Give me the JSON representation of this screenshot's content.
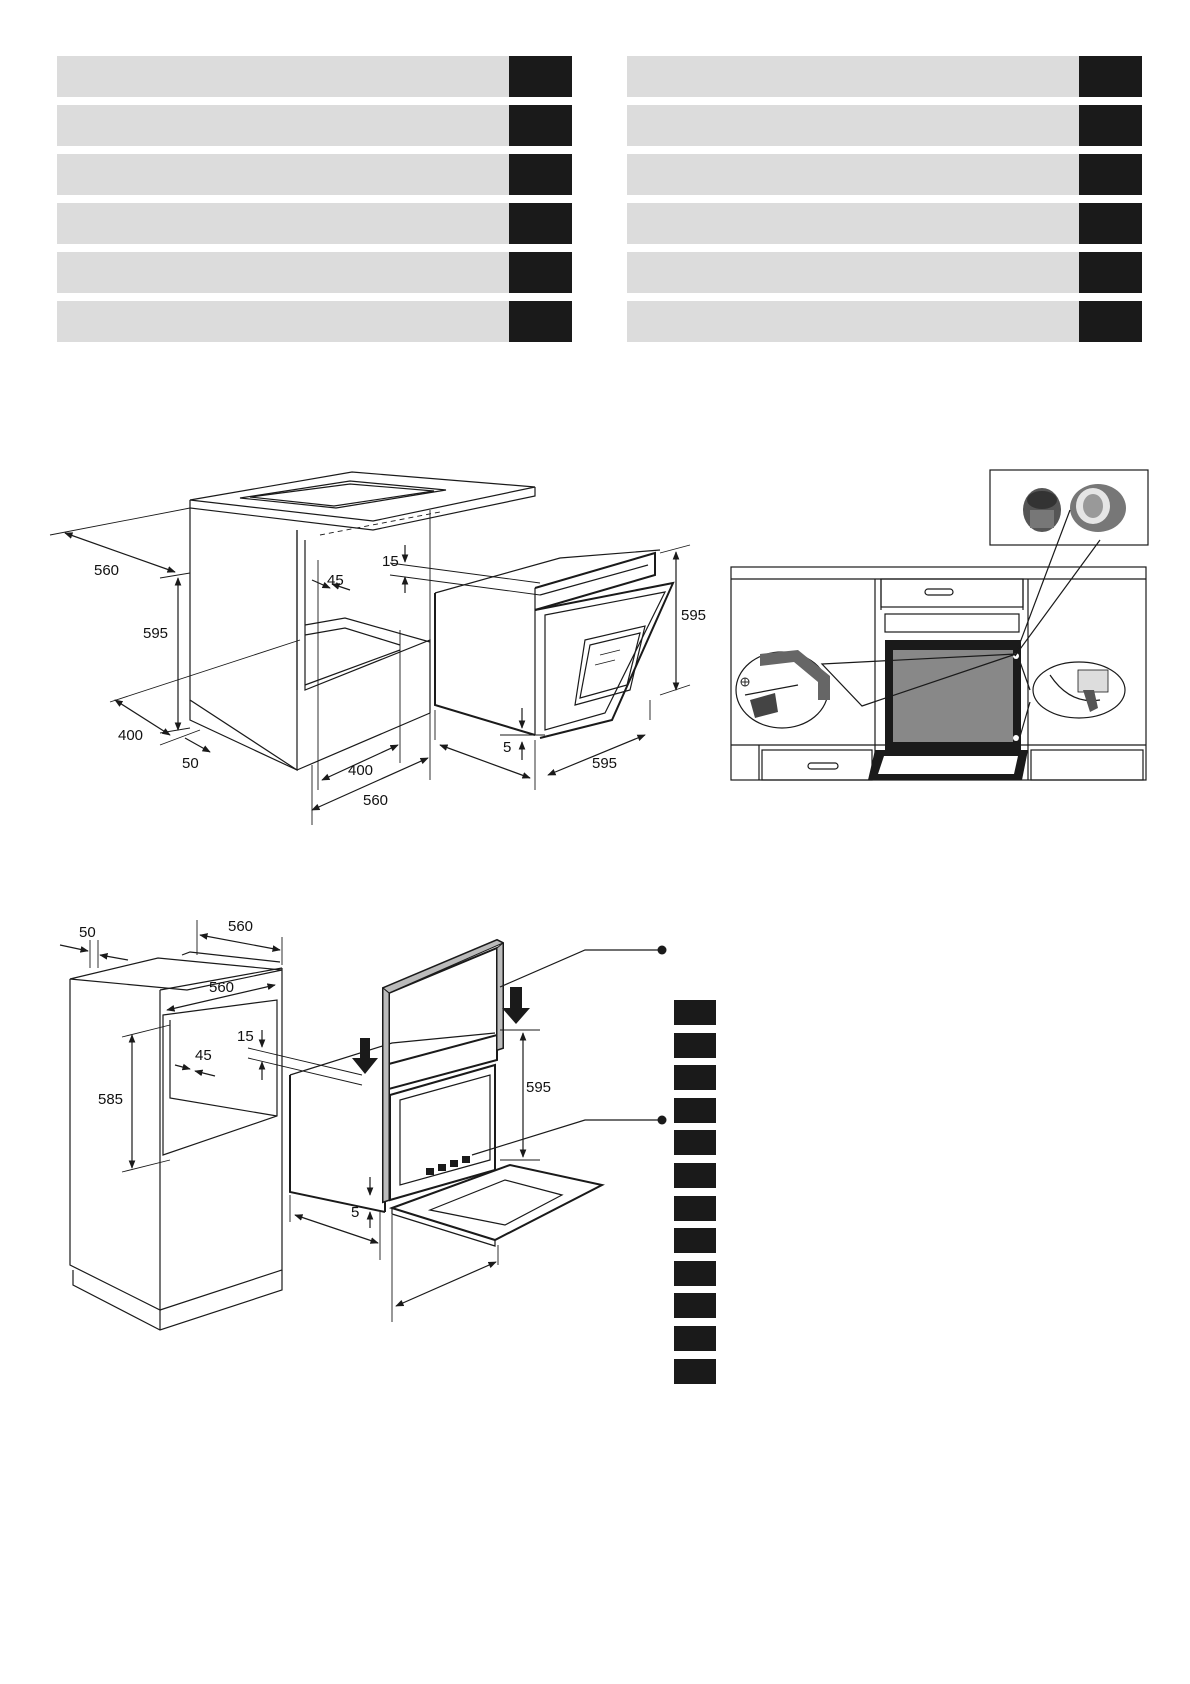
{
  "language_index": {
    "left_rows": 6,
    "right_rows": 6
  },
  "figure1": {
    "dim_560_depth": "560",
    "dim_595_height": "595",
    "dim_45": "45",
    "dim_15": "15",
    "dim_400_left": "400",
    "dim_50": "50",
    "dim_400_bottom": "400",
    "dim_560_bottom": "560",
    "dim_5": "5",
    "dim_595_width": "595",
    "dim_595_right": "595"
  },
  "figure3": {
    "dim_50": "50",
    "dim_560_top": "560",
    "dim_560_inner": "560",
    "dim_585": "585",
    "dim_45": "45",
    "dim_15": "15",
    "dim_595": "595",
    "dim_5": "5"
  },
  "legend": {
    "items": 12
  }
}
